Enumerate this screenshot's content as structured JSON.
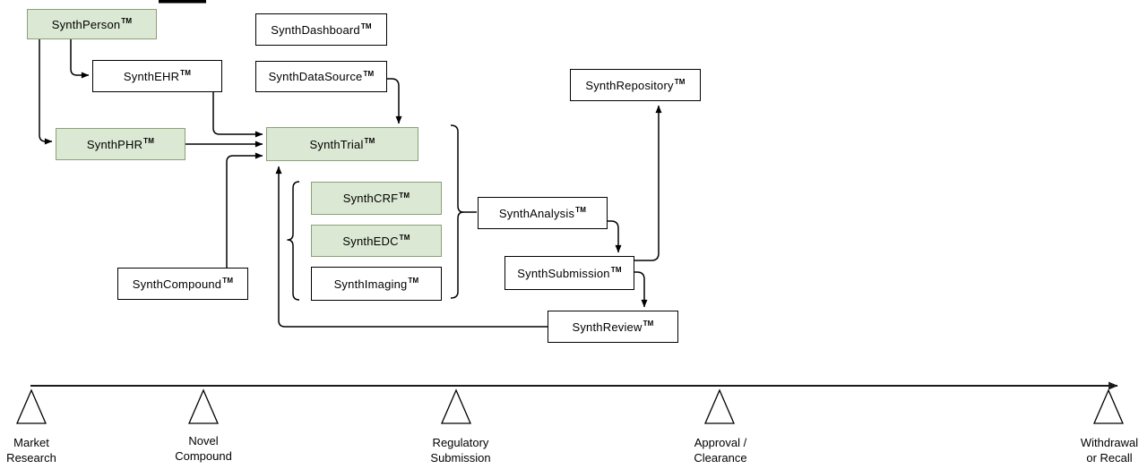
{
  "tm": "TM",
  "colors": {
    "green_fill": "#dbe8d3",
    "green_stroke": "#8aa178",
    "white_fill": "#ffffff",
    "box_stroke": "#000000",
    "arrow": "#000000",
    "timeline_line": "#1a1a1a"
  },
  "nodes": [
    {
      "id": "synthperson",
      "label": "SynthPerson",
      "style": "green"
    },
    {
      "id": "synthdashboard",
      "label": "SynthDashboard",
      "style": "white"
    },
    {
      "id": "synthehr",
      "label": "SynthEHR",
      "style": "white"
    },
    {
      "id": "synthdatasource",
      "label": "SynthDataSource",
      "style": "white"
    },
    {
      "id": "synthphr",
      "label": "SynthPHR",
      "style": "green"
    },
    {
      "id": "synthtrial",
      "label": "SynthTrial",
      "style": "green"
    },
    {
      "id": "synthrepository",
      "label": "SynthRepository",
      "style": "white"
    },
    {
      "id": "synthcrf",
      "label": "SynthCRF",
      "style": "green"
    },
    {
      "id": "synthedc",
      "label": "SynthEDC",
      "style": "green"
    },
    {
      "id": "synthimaging",
      "label": "SynthImaging",
      "style": "white"
    },
    {
      "id": "synthcompound",
      "label": "SynthCompound",
      "style": "white"
    },
    {
      "id": "synthanalysis",
      "label": "SynthAnalysis",
      "style": "white"
    },
    {
      "id": "synthsubmission",
      "label": "SynthSubmission",
      "style": "white"
    },
    {
      "id": "synthreview",
      "label": "SynthReview",
      "style": "white"
    }
  ],
  "edges": [
    {
      "from": "SynthPerson",
      "to": "SynthPHR"
    },
    {
      "from": "SynthPerson",
      "to": "SynthEHR"
    },
    {
      "from": "SynthEHR",
      "to": "SynthTrial"
    },
    {
      "from": "SynthPHR",
      "to": "SynthTrial"
    },
    {
      "from": "SynthCompound",
      "to": "SynthTrial"
    },
    {
      "from": "SynthDataSource",
      "to": "SynthTrial"
    },
    {
      "from": "SynthAnalysis",
      "to": "SynthSubmission"
    },
    {
      "from": "SynthSubmission",
      "to": "SynthRepository"
    },
    {
      "from": "SynthSubmission",
      "to": "SynthReview"
    },
    {
      "from": "SynthReview",
      "to": "SynthTrial"
    },
    {
      "brace": [
        "SynthTrial",
        "SynthCRF",
        "SynthEDC",
        "SynthImaging"
      ],
      "to": "SynthAnalysis"
    },
    {
      "brace": [
        "SynthCRF",
        "SynthEDC",
        "SynthImaging"
      ],
      "to": null
    }
  ],
  "timeline": {
    "milestones": [
      {
        "line1": "Market",
        "line2": "Research"
      },
      {
        "line1": "Novel",
        "line2": "Compound"
      },
      {
        "line1": "Regulatory",
        "line2": "Submission"
      },
      {
        "line1": "Approval /",
        "line2": "Clearance"
      },
      {
        "line1": "Withdrawal",
        "line2": "or Recall"
      }
    ]
  }
}
